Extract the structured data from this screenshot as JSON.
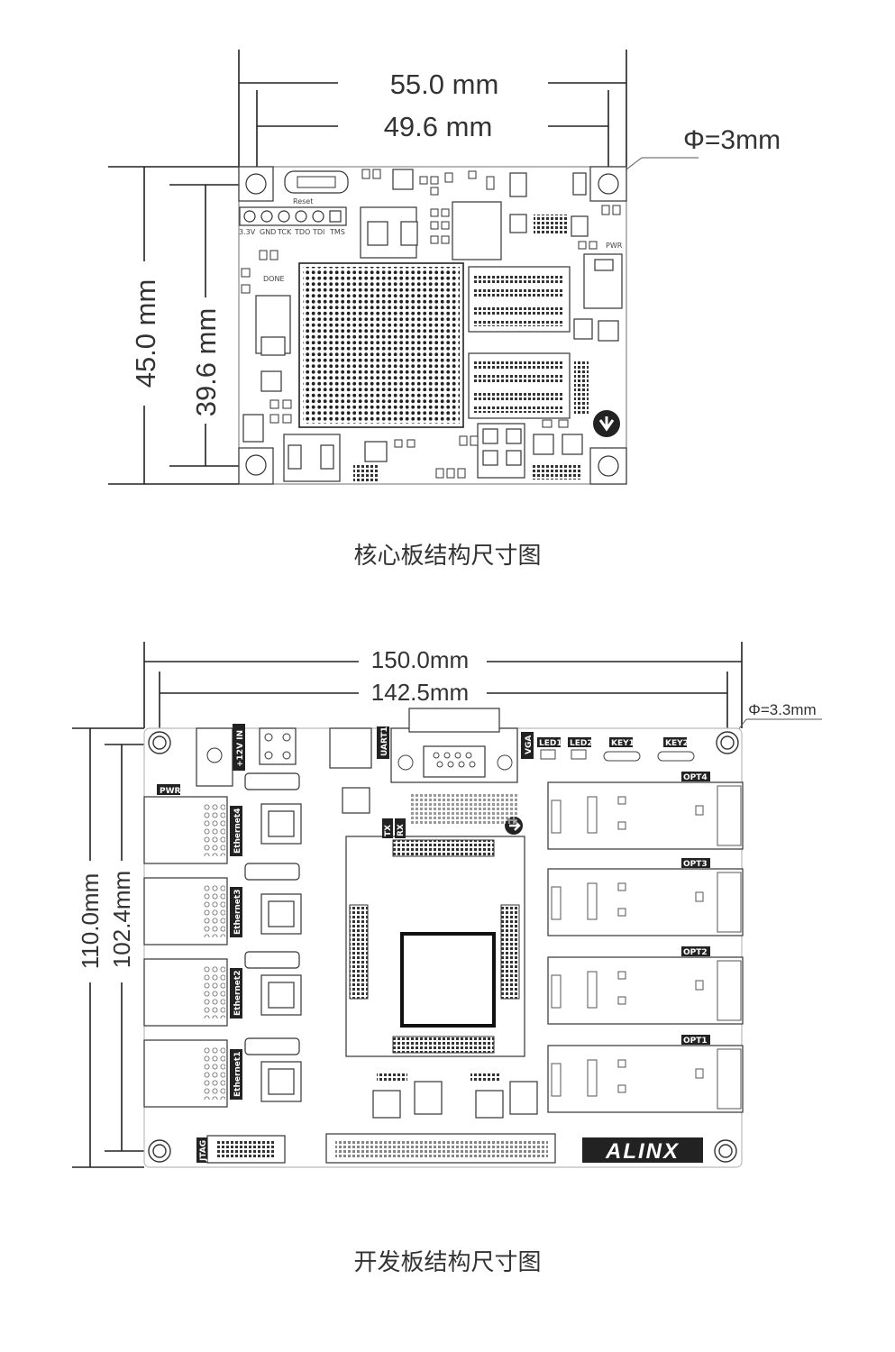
{
  "core_board": {
    "width_outer": "55.0 mm",
    "width_inner": "49.6 mm",
    "height_outer": "45.0 mm",
    "height_inner": "39.6 mm",
    "hole": "Φ=3mm",
    "silk": {
      "reset": "Reset",
      "pins": [
        "3.3V",
        "GND",
        "TCK",
        "TDO",
        "TDI",
        "TMS"
      ],
      "done": "DONE",
      "pwr": "PWR"
    },
    "caption": "核心板结构尺寸图"
  },
  "dev_board": {
    "width_outer": "150.0mm",
    "width_inner": "142.5mm",
    "height_outer": "110.0mm",
    "height_inner": "102.4mm",
    "hole": "Φ=3.3mm",
    "labels": {
      "power_in": "+12V IN",
      "uart": "UART1",
      "vga": "VGA",
      "pwr": "PWR",
      "led1": "LED1",
      "led2": "LED2",
      "key1": "KEY1",
      "key2": "KEY2",
      "tx": "TX",
      "rx": "RX",
      "jtag": "JTAG",
      "ethernet": [
        "Ethernet4",
        "Ethernet3",
        "Ethernet2",
        "Ethernet1"
      ],
      "opt": [
        "OPT4",
        "OPT3",
        "OPT2",
        "OPT1"
      ],
      "logo": "ALINX"
    },
    "caption": "开发板结构尺寸图"
  }
}
